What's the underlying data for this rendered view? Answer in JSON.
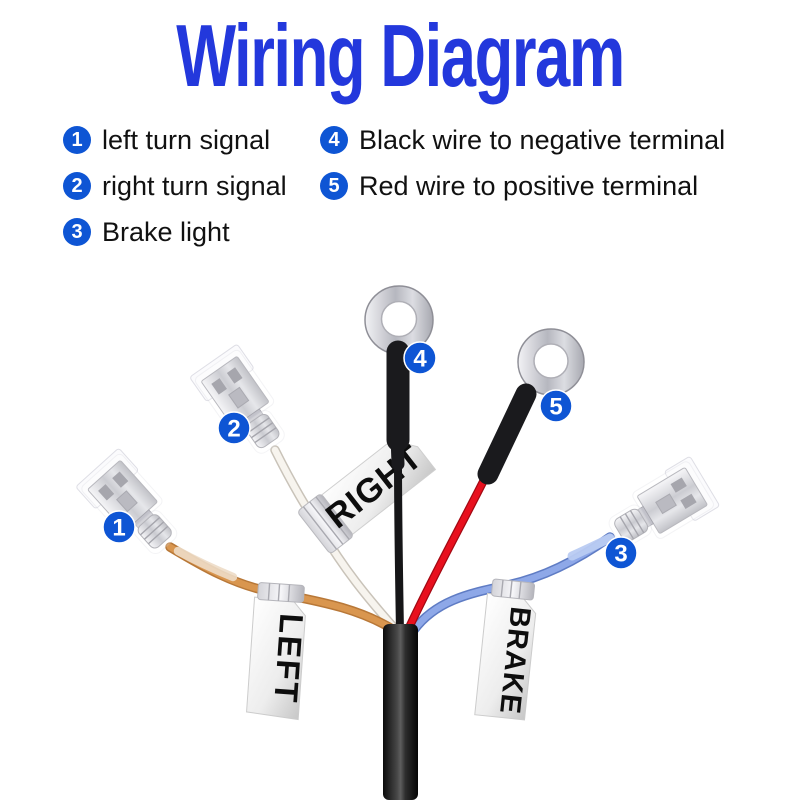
{
  "title": {
    "text": "Wiring Diagram",
    "color": "#2338DC"
  },
  "legend": {
    "badge_color": "#0E55D4",
    "items": [
      {
        "num": "1",
        "label": "left turn signal"
      },
      {
        "num": "2",
        "label": "right turn signal"
      },
      {
        "num": "3",
        "label": "Brake light"
      },
      {
        "num": "4",
        "label": "Black wire to negative terminal"
      },
      {
        "num": "5",
        "label": "Red wire to positive terminal"
      }
    ]
  },
  "diagram": {
    "cable_color": "#1A1A1A",
    "wires": [
      {
        "badge": "1",
        "tag": "LEFT",
        "color": "#D9964F",
        "terminal": "spade-connector"
      },
      {
        "badge": "2",
        "tag": "RIGHT",
        "color": "#F7F4EE",
        "terminal": "spade-connector"
      },
      {
        "badge": "3",
        "tag": "BRAKE",
        "color": "#8EA8E8",
        "terminal": "spade-connector"
      },
      {
        "badge": "4",
        "tag": "",
        "color": "#161618",
        "terminal": "ring-terminal"
      },
      {
        "badge": "5",
        "tag": "",
        "color": "#E8101E",
        "terminal": "ring-terminal"
      }
    ]
  }
}
